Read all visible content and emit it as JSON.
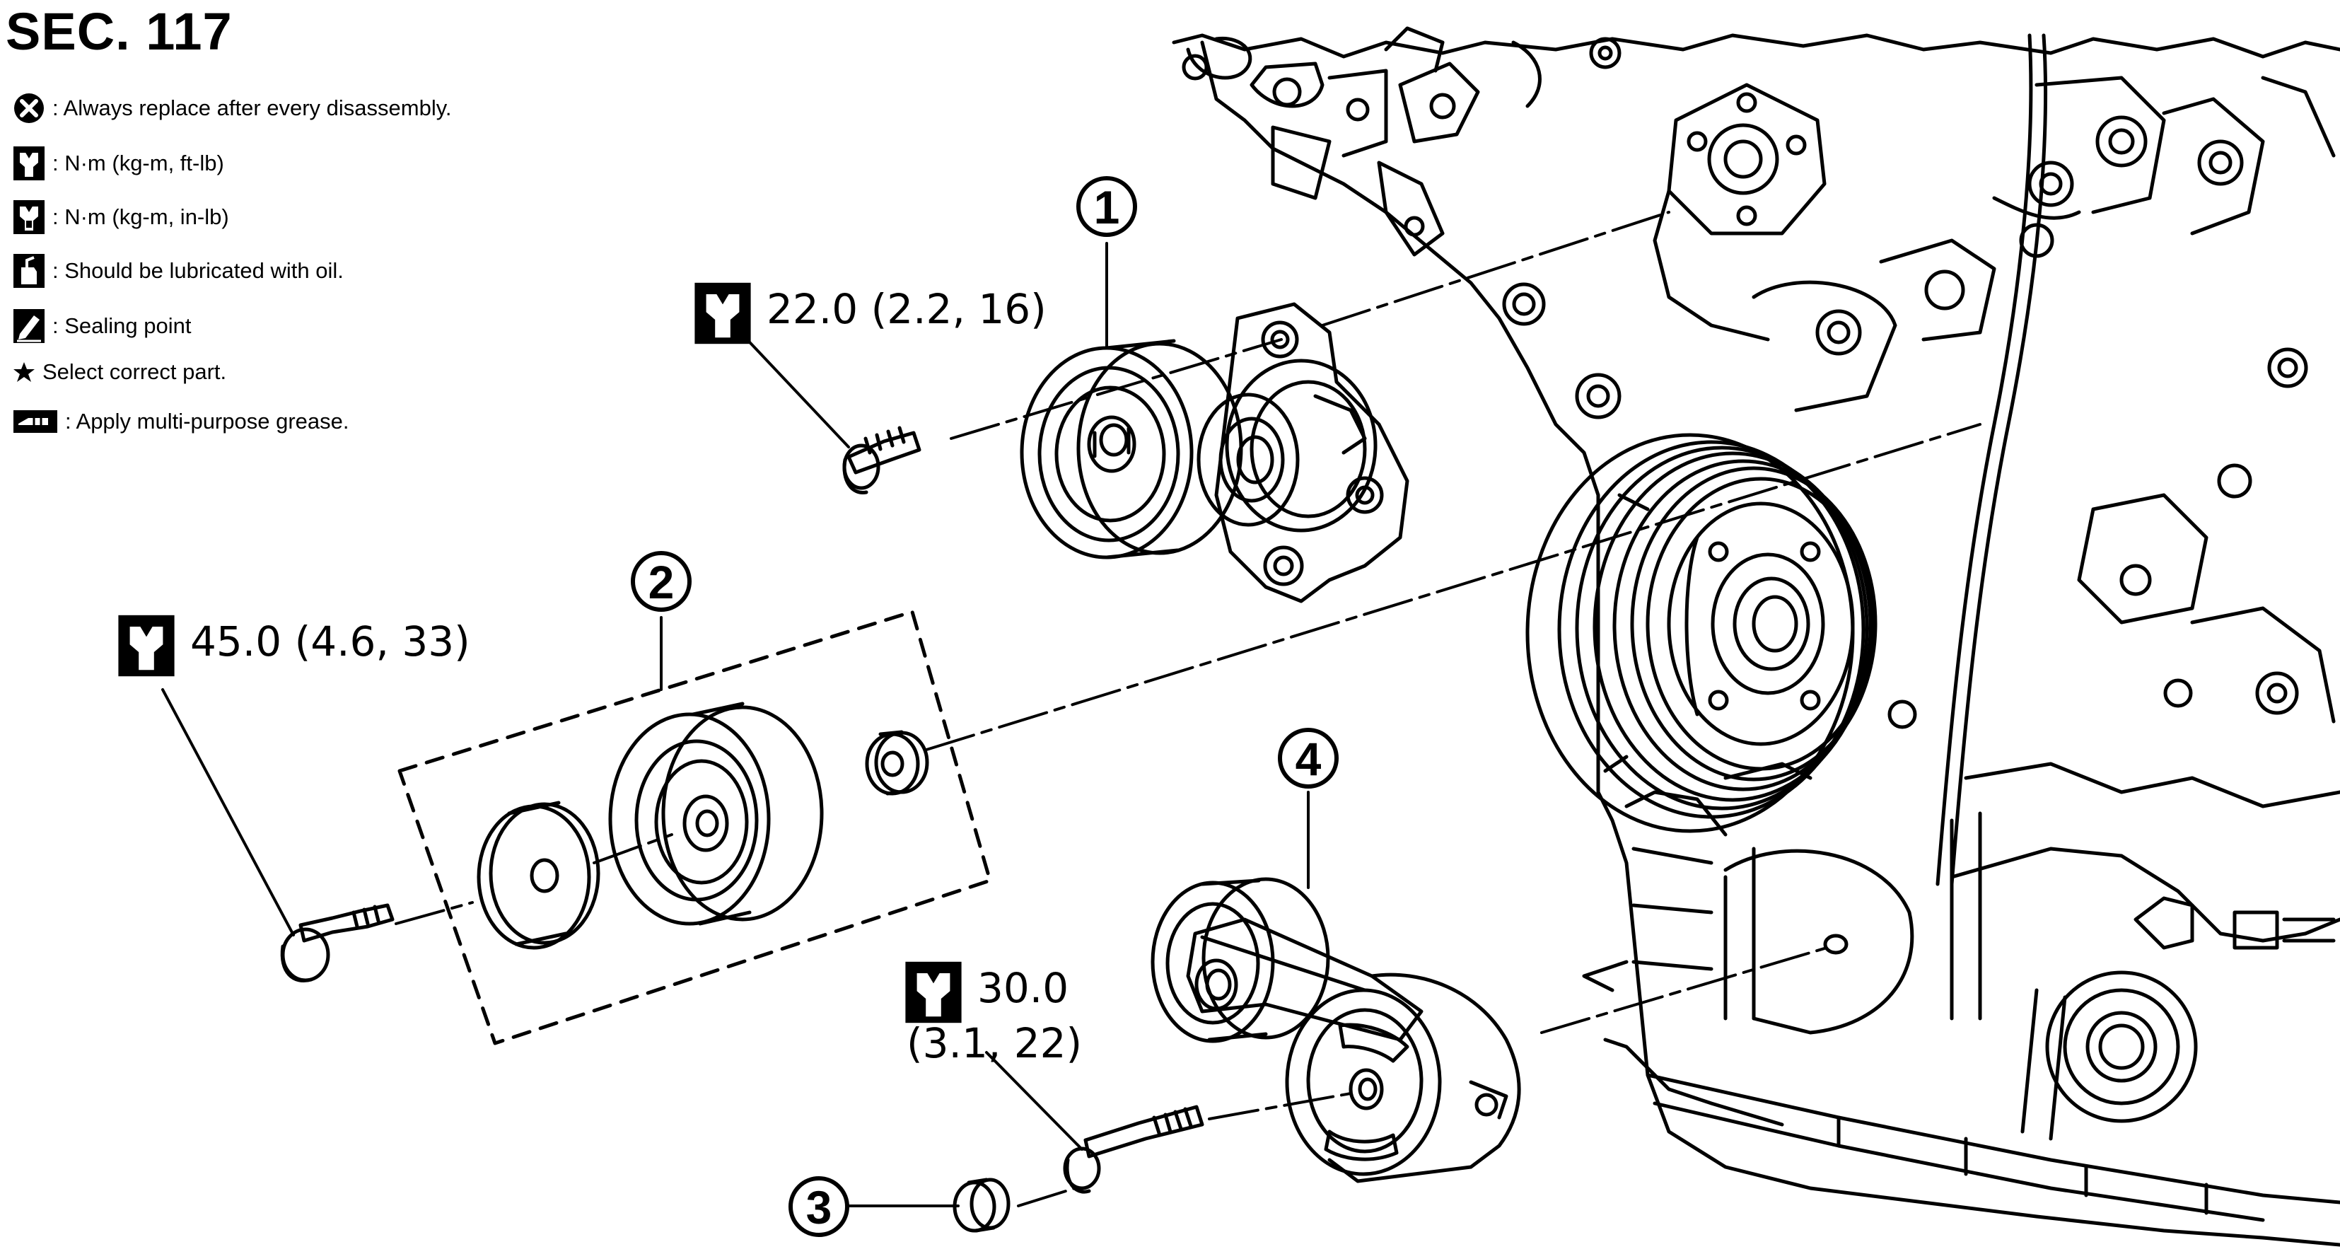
{
  "section_title": "SEC. 117",
  "legend": [
    {
      "icon": "replace-icon",
      "text": ": Always replace after every disassembly."
    },
    {
      "icon": "torque-ft-lb-icon",
      "text": ": N·m (kg-m, ft-lb)"
    },
    {
      "icon": "torque-in-lb-icon",
      "text": ": N·m (kg-m, in-lb)"
    },
    {
      "icon": "oil-can-icon",
      "text": ": Should be lubricated with oil."
    },
    {
      "icon": "sealing-point-icon",
      "text": ": Sealing point"
    },
    {
      "icon": "star-icon",
      "text": "Select correct part."
    },
    {
      "icon": "grease-icon",
      "text": ": Apply multi-purpose grease."
    }
  ],
  "torque_specs": [
    {
      "icon": "torque-icon",
      "line1": "22.0 (2.2, 16)",
      "line2": ""
    },
    {
      "icon": "torque-icon",
      "line1": "45.0 (4.6, 33)",
      "line2": ""
    },
    {
      "icon": "torque-icon",
      "line1": "30.0",
      "line2": "(3.1, 22)"
    }
  ],
  "callouts": [
    "1",
    "2",
    "3",
    "4"
  ]
}
